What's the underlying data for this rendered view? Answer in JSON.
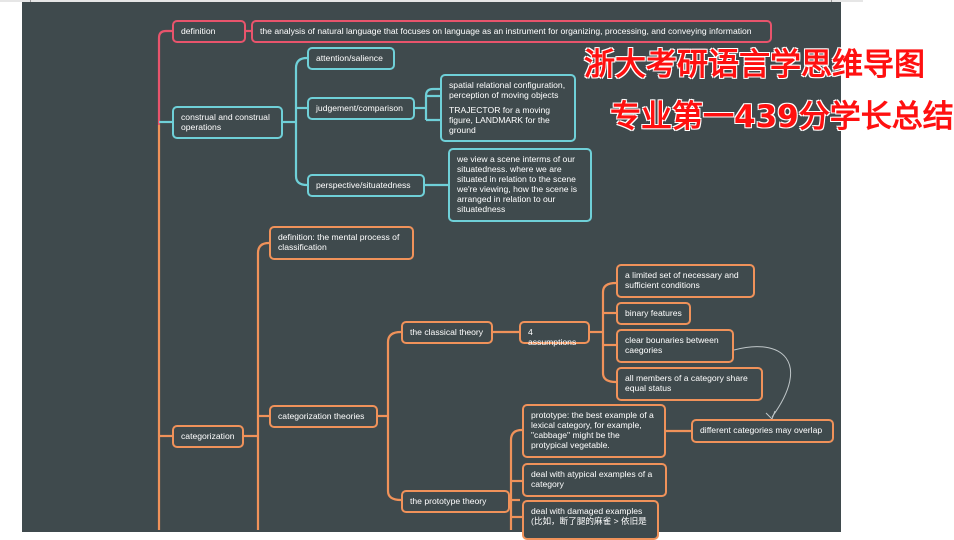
{
  "colors": {
    "background": "#3f4a4d",
    "red": "#e8546c",
    "teal": "#6fd0d8",
    "orange": "#f0925a"
  },
  "watermark": {
    "line1": "浙大考研语言学思维导图",
    "line2": "专业第一439分学长总结"
  },
  "nodes": {
    "definition": "definition",
    "definition_text": "the analysis of  natural language that focuses on language as an instrument for organizing, processing, and conveying information",
    "construal": "construal and construal operations",
    "attention": "attention/salience",
    "judgement": "judgement/comparison",
    "spatial_1": "spatial relational configuration, perception of moving objects",
    "spatial_2": "TRAJECTOR for a moving figure, LANDMARK for the ground",
    "perspective": "perspective/situatedness",
    "scene": "we view a scene interms of our situatedness. where we are situated in relation to the scene we're viewing, how the scene is arranged in relation to our situatedness",
    "categorization": "categorization",
    "cat_definition": "definition: the mental process of classification",
    "cat_theories": "categorization theories",
    "classical": "the classical theory",
    "assumptions": "4 assumptions",
    "a1": "a limited set of necessary and sufficient conditions",
    "a2": "binary features",
    "a3": "clear bounaries between caegories",
    "a4": "all members of a category share equal status",
    "overlap": "different categories may overlap",
    "prototype_theory": "the prototype theory",
    "p1": "prototype: the best example of a lexical category, for example, \"cabbage\" might be the protypical vegetable.",
    "p2": "deal with atypical examples of a category",
    "p3": "deal with damaged examples (比如，断了腿的麻雀 > 依旧是"
  }
}
